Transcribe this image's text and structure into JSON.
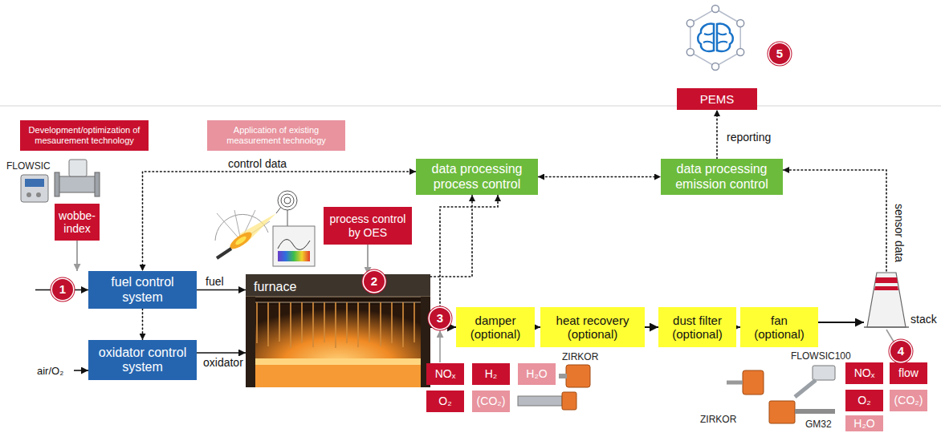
{
  "diagram": {
    "nodes": [
      {
        "text": [
          "PEMS"
        ]
      },
      {
        "text": [
          "wobbe-index"
        ]
      },
      {
        "text": [
          "data processing process control"
        ]
      },
      {
        "text": [
          "data processing emission control"
        ]
      },
      {
        "text": [
          "process control by OES"
        ]
      },
      {
        "text": [
          "fuel control system"
        ]
      },
      {
        "text": [
          "furnace"
        ]
      },
      {
        "text": [
          "damper (optional)"
        ]
      },
      {
        "text": [
          "heat recovery (optional)"
        ]
      },
      {
        "text": [
          "dust filter (optional)"
        ]
      },
      {
        "text": [
          "fan (optional)"
        ]
      },
      {
        "text": [
          "stack"
        ]
      },
      {
        "text": [
          "oxidator control system"
        ]
      },
      {
        "text": [
          "NOₓ"
        ]
      },
      {
        "text": [
          "H₂"
        ]
      },
      {
        "text": [
          "H₂O"
        ]
      },
      {
        "text": [
          "O₂"
        ]
      },
      {
        "text": [
          "(CO₂)"
        ]
      },
      {
        "text": [
          "NOₓ"
        ]
      },
      {
        "text": [
          "flow"
        ]
      },
      {
        "text": [
          "O₂"
        ]
      },
      {
        "text": [
          "(CO₂)"
        ]
      },
      {
        "text": [
          "H₂O"
        ]
      }
    ],
    "edges": [
      {
        "from": 1,
        "to": 5,
        "arrow": "to"
      },
      {
        "from": 3,
        "to": 0,
        "label": "reporting",
        "arrow": "to"
      },
      {
        "from": 2,
        "to": 3,
        "arrow": "both"
      },
      {
        "from": 2,
        "to": 5,
        "label": "control data",
        "arrow": "both"
      },
      {
        "from": 4,
        "to": 6,
        "arrow": "to"
      },
      {
        "from": 6,
        "to": 2,
        "arrow": "to"
      },
      {
        "from": 5,
        "to": 6,
        "label": "fuel",
        "arrow": "to"
      },
      {
        "from": 5,
        "to": 12,
        "arrow": "to"
      },
      {
        "from": 12,
        "to": 6,
        "label": "oxidator",
        "arrow": "to"
      },
      {
        "from": 6,
        "to": 7,
        "arrow": "to"
      },
      {
        "from": 7,
        "to": 8,
        "arrow": "to"
      },
      {
        "from": 8,
        "to": 9,
        "arrow": "to"
      },
      {
        "from": 9,
        "to": 10,
        "arrow": "to"
      },
      {
        "from": 10,
        "to": 11,
        "arrow": "to"
      },
      {
        "from": 11,
        "to": 3,
        "label": "sensor data",
        "arrow": "to"
      }
    ],
    "labels": [
      "5",
      "FLOWSIC",
      "2",
      "1",
      "air/O₂",
      "3",
      "ZIRKOR",
      "FLOWSIC100",
      "4",
      "ZIRKOR",
      "GM32"
    ],
    "legend": [
      {
        "text": "Development/optimization of mesaurement technology",
        "color": "#c8102e"
      },
      {
        "text": "Application of existing measurement technology",
        "color": "#e8939e"
      }
    ]
  }
}
